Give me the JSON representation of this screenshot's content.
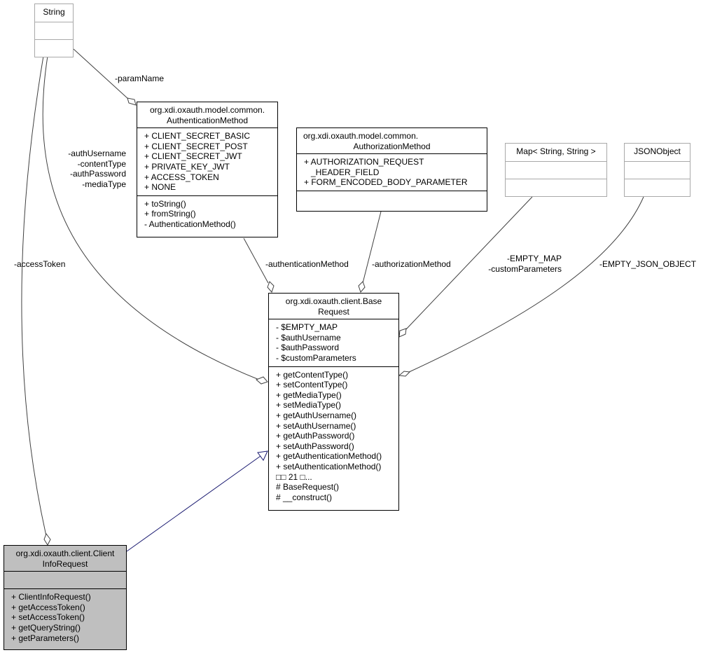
{
  "classes": {
    "string": {
      "name": "String"
    },
    "auth_method": {
      "title": [
        "org.xdi.oxauth.model.common.",
        "AuthenticationMethod"
      ],
      "attributes": [
        "+ CLIENT_SECRET_BASIC",
        "+ CLIENT_SECRET_POST",
        "+ CLIENT_SECRET_JWT",
        "+ PRIVATE_KEY_JWT",
        "+ ACCESS_TOKEN",
        "+ NONE"
      ],
      "operations": [
        "+ toString()",
        "+ fromString()",
        "- AuthenticationMethod()"
      ]
    },
    "authz_method": {
      "title": [
        "org.xdi.oxauth.model.common.",
        "AuthorizationMethod"
      ],
      "attributes": [
        "+ AUTHORIZATION_REQUEST",
        "_HEADER_FIELD",
        "+ FORM_ENCODED_BODY_PARAMETER"
      ]
    },
    "map": {
      "name": "Map< String, String >"
    },
    "json": {
      "name": "JSONObject"
    },
    "base_request": {
      "title": [
        "org.xdi.oxauth.client.Base",
        "Request"
      ],
      "attributes": [
        "- $EMPTY_MAP",
        "- $authUsername",
        "- $authPassword",
        "- $customParameters"
      ],
      "operations": [
        "+ getContentType()",
        "+ setContentType()",
        "+ getMediaType()",
        "+ setMediaType()",
        "+ getAuthUsername()",
        "+ setAuthUsername()",
        "+ getAuthPassword()",
        "+ setAuthPassword()",
        "+ getAuthenticationMethod()",
        "+ setAuthenticationMethod()",
        "□□ 21 □...",
        "# BaseRequest()",
        "# __construct()"
      ]
    },
    "client_info": {
      "title": [
        "org.xdi.oxauth.client.Client",
        "InfoRequest"
      ],
      "operations": [
        "+ ClientInfoRequest()",
        "+ getAccessToken()",
        "+ setAccessToken()",
        "+ getQueryString()",
        "+ getParameters()"
      ]
    }
  },
  "edge_labels": {
    "param_name": "-paramName",
    "auth_fields": [
      "-authUsername",
      "-contentType",
      "-authPassword",
      "-mediaType"
    ],
    "access_token": "-accessToken",
    "authentication_method": "-authenticationMethod",
    "authorization_method": "-authorizationMethod",
    "map_fields": [
      "-EMPTY_MAP",
      "-customParameters"
    ],
    "empty_json": "-EMPTY_JSON_OBJECT"
  },
  "colors": {
    "edge": "#404040",
    "inheritance": "#191970",
    "focus_fill": "#bfbfbf",
    "grey_border": "#a9a9a9"
  }
}
